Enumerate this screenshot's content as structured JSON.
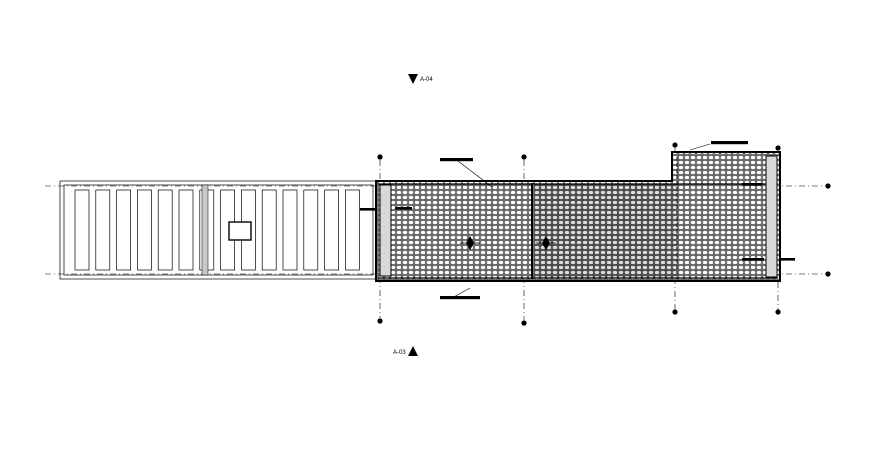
{
  "section_markers": [
    {
      "id": "top",
      "label": "A-04",
      "direction": "down"
    },
    {
      "id": "bottom",
      "label": "A-03",
      "direction": "up"
    }
  ],
  "colors": {
    "ink": "#000000",
    "paper": "#ffffff",
    "slab_fill": "#555555",
    "cover_fill": "#d0d0d0"
  },
  "icons": [
    "section-arrow-down-icon",
    "section-arrow-up-icon",
    "grid-bubble-icon"
  ]
}
